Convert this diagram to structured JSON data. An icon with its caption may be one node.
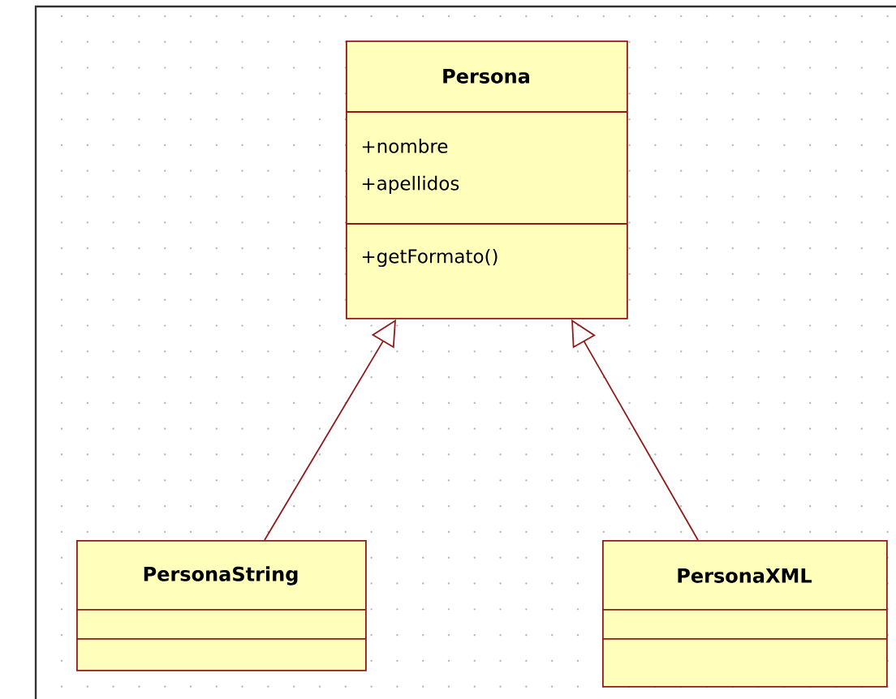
{
  "diagram": {
    "nodes": [
      {
        "text": [
          "Persona",
          "+nombre",
          "+apellidos",
          "+getFormato()"
        ]
      },
      {
        "text": [
          "PersonaString"
        ]
      },
      {
        "text": [
          "PersonaXML"
        ]
      }
    ],
    "edges": [
      {
        "from": 1,
        "to": 0,
        "arrow": "to"
      },
      {
        "from": 2,
        "to": 0,
        "arrow": "to"
      }
    ]
  }
}
